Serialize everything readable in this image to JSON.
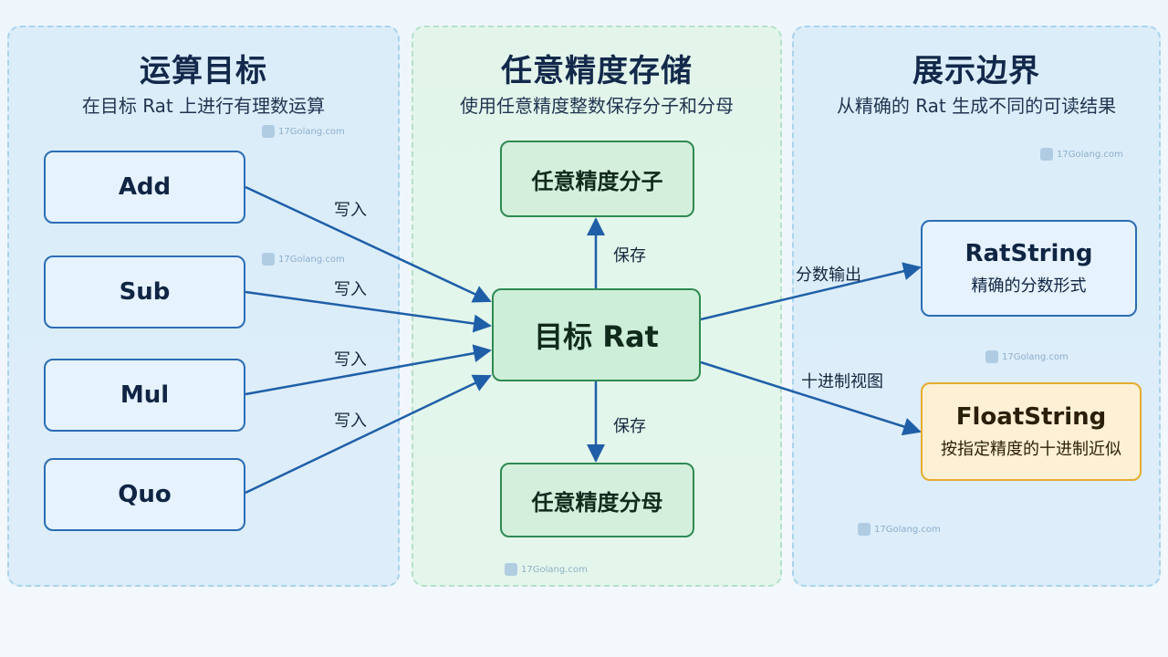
{
  "panels": {
    "left": {
      "title": "运算目标",
      "subtitle": "在目标 Rat 上进行有理数运算"
    },
    "middle": {
      "title": "任意精度存储",
      "subtitle": "使用任意精度整数保存分子和分母"
    },
    "right": {
      "title": "展示边界",
      "subtitle": "从精确的 Rat 生成不同的可读结果"
    }
  },
  "operations": [
    "Add",
    "Sub",
    "Mul",
    "Quo"
  ],
  "storage": {
    "target": "目标 Rat",
    "numerator": "任意精度分子",
    "denominator": "任意精度分母"
  },
  "outputs": {
    "ratstring": {
      "title": "RatString",
      "desc": "精确的分数形式"
    },
    "floatstring": {
      "title": "FloatString",
      "desc": "按指定精度的十进制近似"
    }
  },
  "edge_labels": {
    "write": "写入",
    "save": "保存",
    "fraction_output": "分数输出",
    "decimal_view": "十进制视图"
  },
  "watermark": "17Golang.com",
  "colors": {
    "arrow": "#1f5fa8",
    "blue_border": "#2b6db4",
    "green_border": "#2f8a52",
    "orange_border": "#e6ac2e"
  }
}
